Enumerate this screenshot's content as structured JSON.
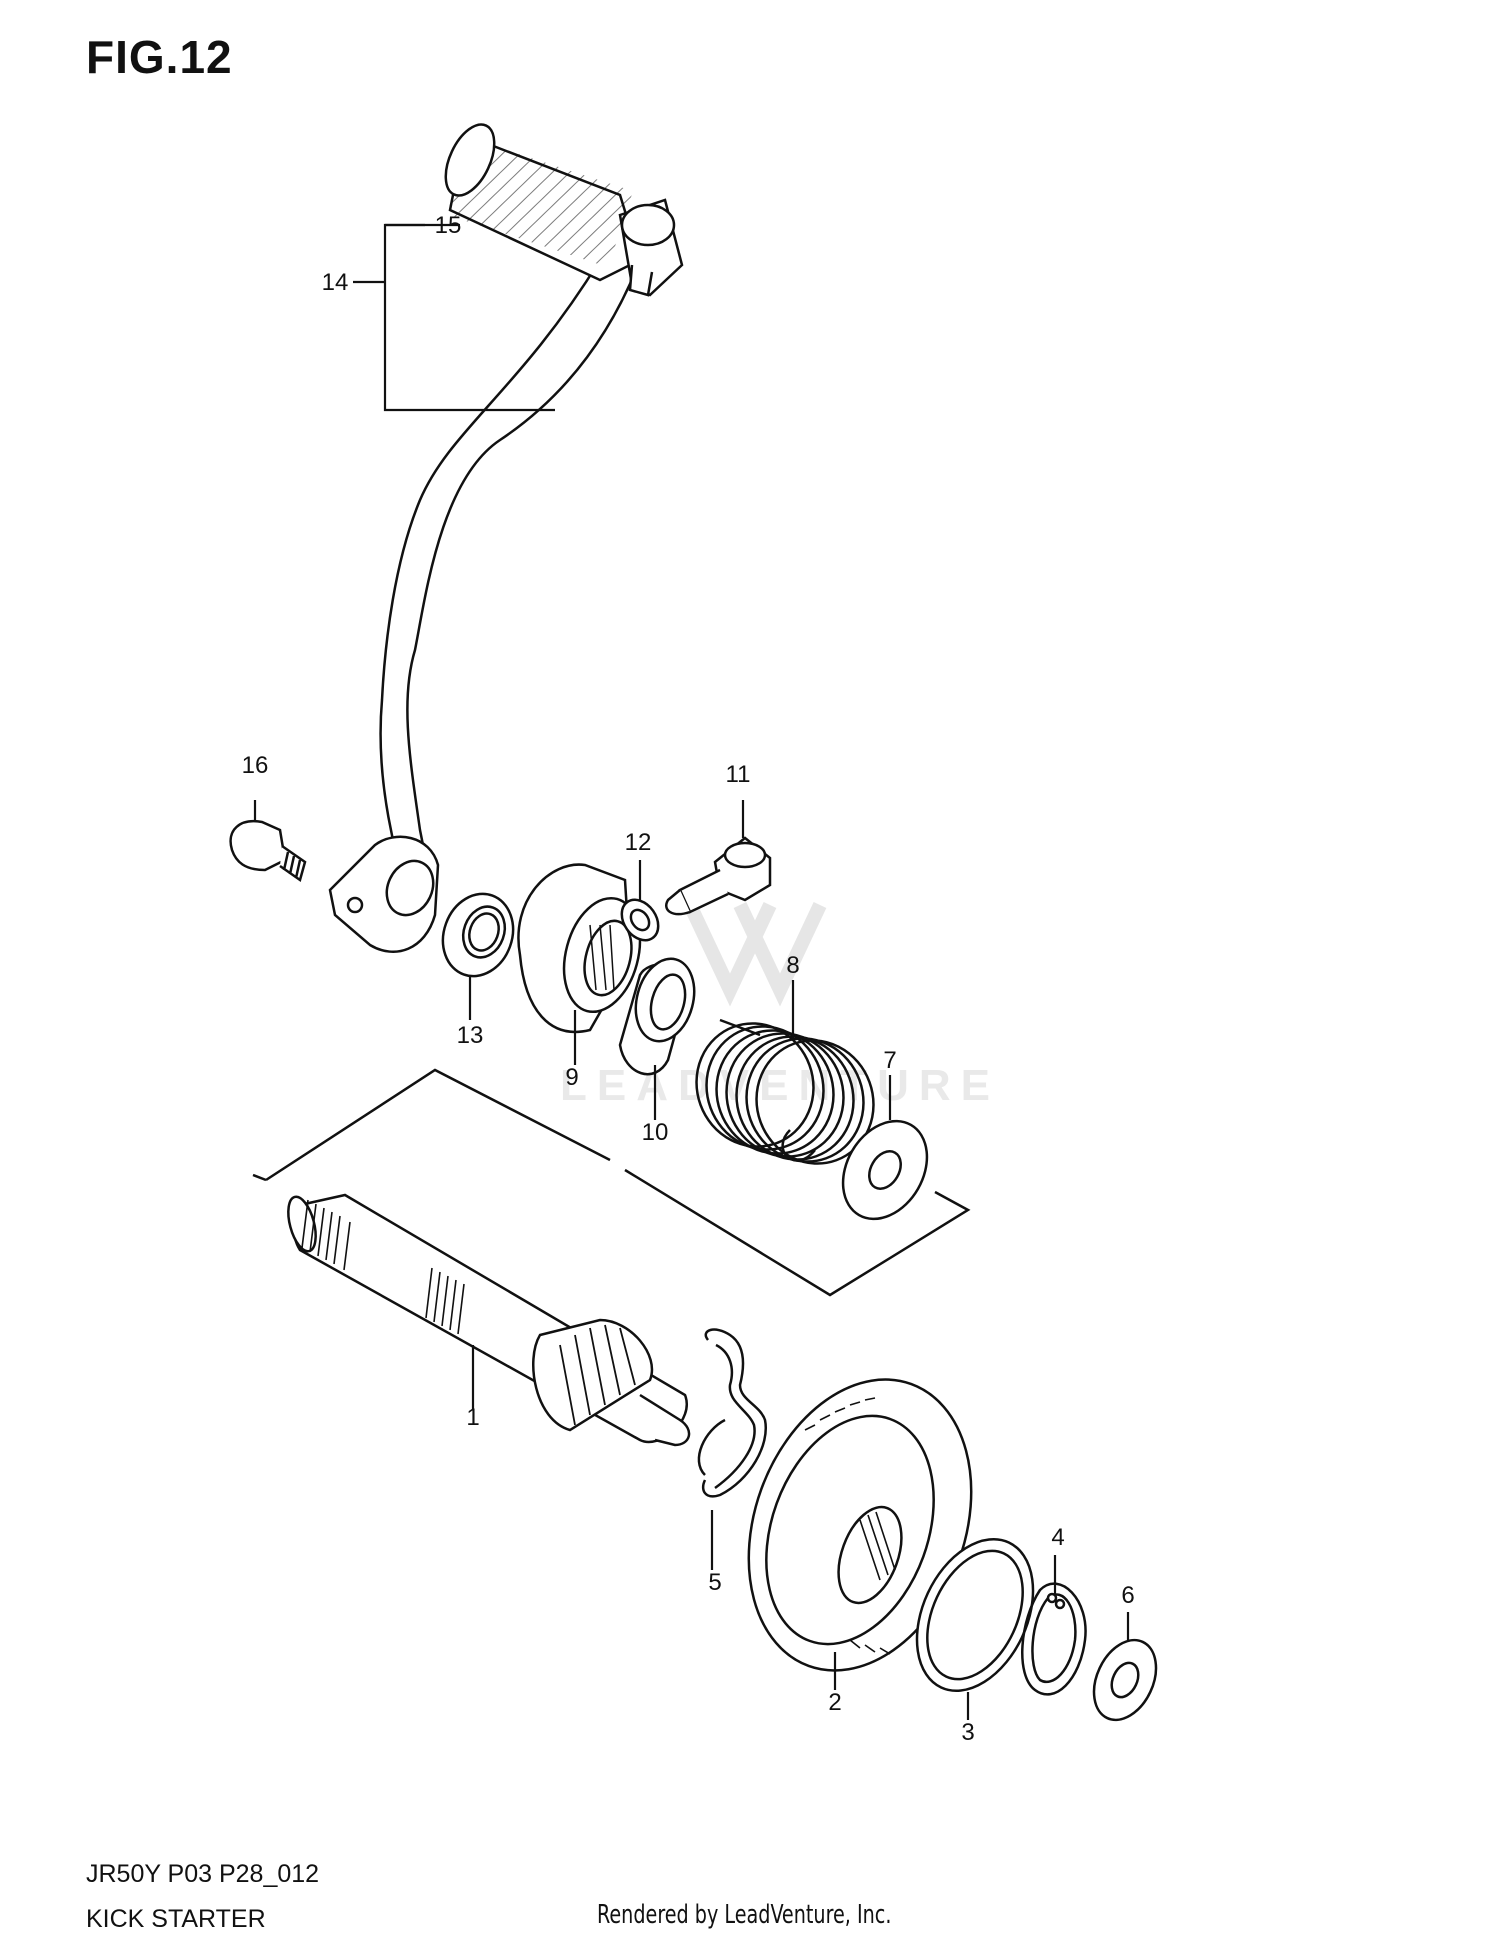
{
  "figure": {
    "title": "FIG.12"
  },
  "watermark": {
    "text": "LEADVENTURE"
  },
  "callouts": [
    {
      "id": "c1",
      "label": "1"
    },
    {
      "id": "c2",
      "label": "2"
    },
    {
      "id": "c3",
      "label": "3"
    },
    {
      "id": "c4",
      "label": "4"
    },
    {
      "id": "c5",
      "label": "5"
    },
    {
      "id": "c6",
      "label": "6"
    },
    {
      "id": "c7",
      "label": "7"
    },
    {
      "id": "c8",
      "label": "8"
    },
    {
      "id": "c9",
      "label": "9"
    },
    {
      "id": "c10",
      "label": "10"
    },
    {
      "id": "c11",
      "label": "11"
    },
    {
      "id": "c12",
      "label": "12"
    },
    {
      "id": "c13",
      "label": "13"
    },
    {
      "id": "c14",
      "label": "14"
    },
    {
      "id": "c15",
      "label": "15"
    },
    {
      "id": "c16",
      "label": "16"
    }
  ],
  "footer": {
    "code": "JR50Y P03 P28_012",
    "name": "KICK STARTER",
    "credit": "Rendered by LeadVenture, Inc."
  }
}
